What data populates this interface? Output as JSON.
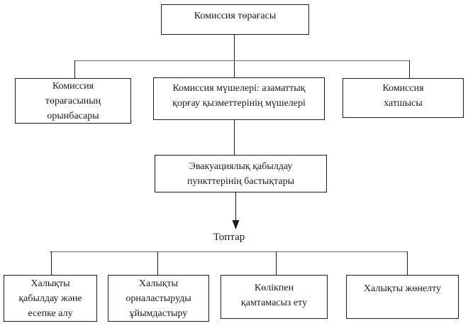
{
  "diagram": {
    "type": "org-flowchart",
    "nodes": {
      "chairman": {
        "label": "Комиссия төрағасы"
      },
      "deputy": {
        "label": "Комиссия\nтөрағасының\nорынбасары"
      },
      "members": {
        "label": "Комиссия мүшелері: азаматтық\nқорғау қызметтерінің мүшелері"
      },
      "secretary": {
        "label": "Комиссия\nхатшысы"
      },
      "evac_heads": {
        "label": "Эвакуациялық қабылдау\nпункттерінің бастықтары"
      },
      "group_reception": {
        "label": "Халықты\nқабылдау және\nесепке алу"
      },
      "group_placement": {
        "label": "Халықты\nорналастыруды\nұйымдастыру"
      },
      "group_transport": {
        "label": "Көлікпен\nқамтамасыз ету"
      },
      "group_dispatch": {
        "label": "Халықты жөнелту"
      }
    },
    "labels": {
      "groups": "Топтар"
    },
    "edges": [
      {
        "from": "chairman",
        "to": "deputy"
      },
      {
        "from": "chairman",
        "to": "members"
      },
      {
        "from": "chairman",
        "to": "secretary"
      },
      {
        "from": "members",
        "to": "evac_heads"
      },
      {
        "from": "evac_heads",
        "to": "groups",
        "style": "arrow"
      },
      {
        "from": "groups",
        "to": "group_reception"
      },
      {
        "from": "groups",
        "to": "group_placement"
      },
      {
        "from": "groups",
        "to": "group_transport"
      },
      {
        "from": "groups",
        "to": "group_dispatch"
      }
    ],
    "colors": {
      "background": "#ffffff",
      "box_border": "#1c1c1c",
      "text": "#1a1a1a",
      "vertical_line": "#1a1a1a",
      "horizontal_line": "#6e6e6e"
    }
  }
}
